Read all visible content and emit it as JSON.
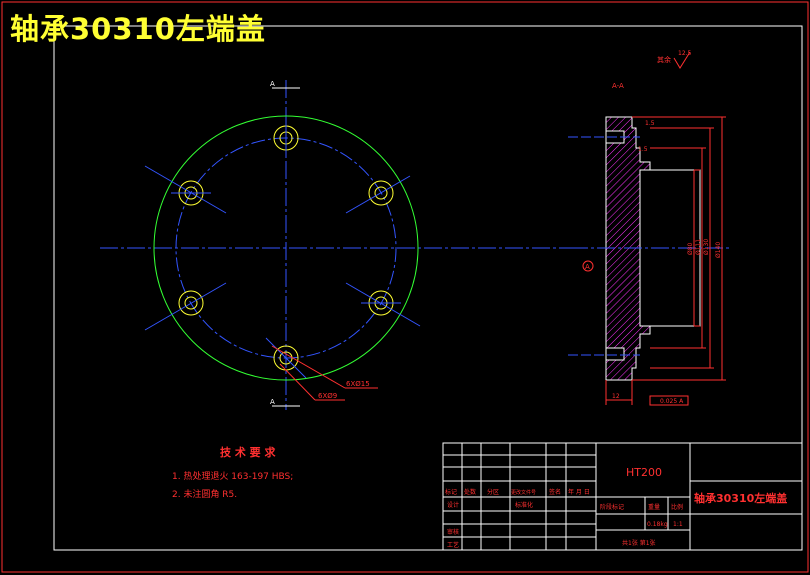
{
  "title": "轴承30310左端盖",
  "section_label": "A-A",
  "view_marker_top": "A",
  "view_marker_bottom": "A",
  "section_marker": "A",
  "roughness_note": "其余",
  "roughness_value": "12.5",
  "dim_hole_small": "6XØ9",
  "dim_hole_large": "6XØ15",
  "dim_d1": "Ø80",
  "dim_d2": "Ø111",
  "dim_d3": "Ø130",
  "dim_d4": "Ø140",
  "dim_width": "12",
  "dim_chamfer": "1.5",
  "dim_step": "1.5",
  "tolerance": "0.025 A",
  "tech_title": "技 术 要 求",
  "tech_items": [
    "1.  热处理退火   163-197 HBS;",
    "2.  未注圆角  R5."
  ],
  "title_block": {
    "material": "HT200",
    "part_name": "轴承30310左端盖",
    "header_cells": [
      "标记",
      "处数",
      "分区",
      "更改文件号",
      "签名",
      "年 月 日"
    ],
    "row_design": "设计",
    "row_std": "标准化",
    "row_review": "审核",
    "row_process": "工艺",
    "stage_label": "阶段标记",
    "weight_label": "重量",
    "scale_label": "比例",
    "weight_value": "0.18kg",
    "scale_value": "1:1",
    "sheets": "共1张  第1张"
  }
}
